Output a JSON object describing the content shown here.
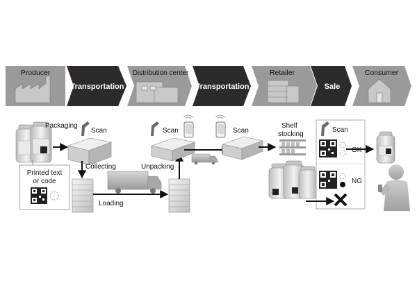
{
  "stages": {
    "producer": "Producer",
    "transport1": "Transportation",
    "distribution": "Distribution center",
    "transport2": "Transportation",
    "retailer": "Retailer",
    "sale": "Sale",
    "consumer": "Consumer"
  },
  "flow": {
    "packaging": "Packaging",
    "scan_left": "Scan",
    "collecting": "Collecting",
    "printed_line1": "Printed text",
    "printed_line2": "or code",
    "loading": "Loading",
    "unpacking": "Unpacking",
    "scan_mid1": "Scan",
    "scan_mid2": "Scan",
    "shelf_line1": "Shelf",
    "shelf_line2": "stocking",
    "scan_right": "Scan",
    "ok": "OK",
    "ng": "NG"
  },
  "colors": {
    "stage_gray": "#9a9a9a",
    "stage_dark": "#2f2a2a",
    "arrow": "#111111"
  },
  "icons": [
    "factory-icon",
    "warehouse-icon",
    "store-building-icon",
    "house-icon",
    "bottle-icon",
    "barcode-scanner-icon",
    "box-icon",
    "pallet-stack-icon",
    "truck-icon",
    "smartphone-icon",
    "shelf-icon",
    "qr-code-icon",
    "cross-mark-icon",
    "person-icon"
  ]
}
